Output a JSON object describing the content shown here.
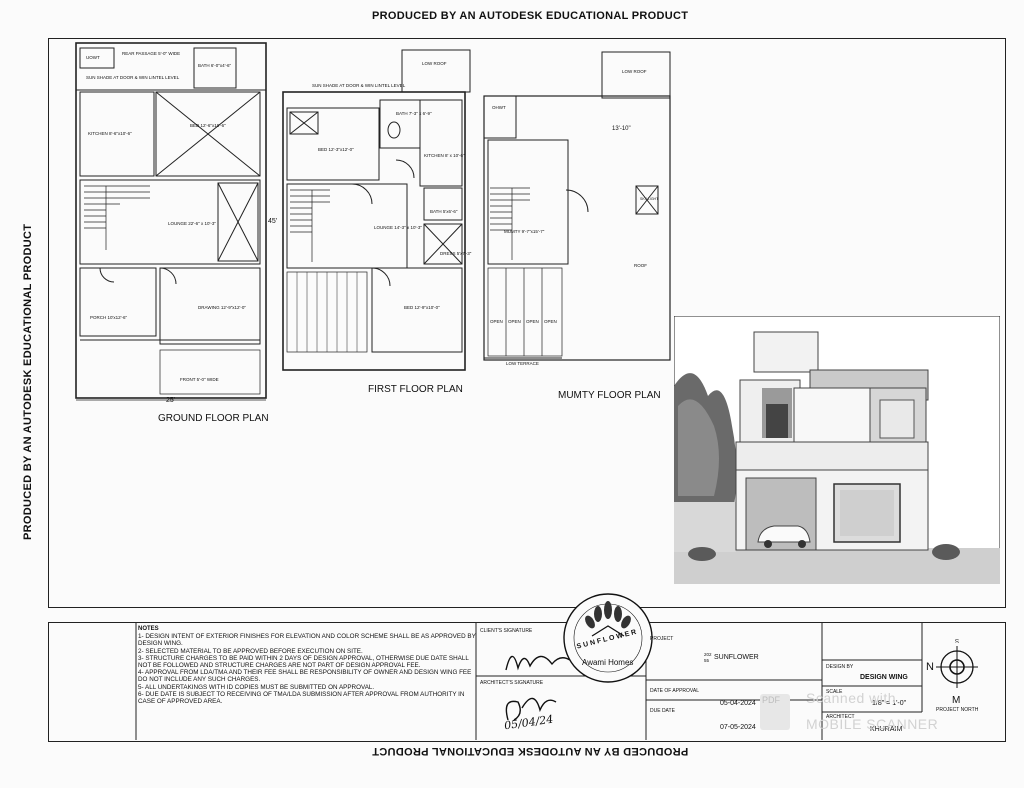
{
  "watermark_top": "PRODUCED BY AN AUTODESK EDUCATIONAL PRODUCT",
  "watermark_left": "PRODUCED BY AN AUTODESK EDUCATIONAL PRODUCT",
  "watermark_bottom": "PRODUCED BY AN AUTODESK EDUCATIONAL PRODUCT",
  "plans": {
    "ground": {
      "title": "GROUND FLOOR PLAN",
      "width_dim": "25'",
      "depth_dim": "45'",
      "rooms": {
        "uowt": "UOWT",
        "rear_passage": "REAR PASSAGE 5'-0\" WIDE",
        "bath": "BATH 6'-0\"x4'-6\"",
        "sun_shade": "SUN SHADE AT DOOR & WIN LINTEL LEVEL",
        "kitchen": "KITCHEN 8'-6\"x10'-6\"",
        "bed": "BED 12'-6\"x10'-6\"",
        "lounge": "LOUNGE 22'-6\" x 10'-3\"",
        "porch": "PORCH 10'x12'-6\"",
        "drawing": "DRAWING 12'-9\"x12'-0\"",
        "front": "FRONT 5'-0\" WIDE"
      }
    },
    "first": {
      "title": "FIRST FLOOR PLAN",
      "rooms": {
        "low_roof": "LOW ROOF",
        "sun_shade": "SUN SHADE AT DOOR & WIN LINTEL LEVEL",
        "bed1": "BED 12'-3\"x12'-0\"",
        "bath": "BATH 7'-3\" x 6'-9\"",
        "kitchen": "KITCHEN 8' x 10'-6\"",
        "lounge": "LOUNGE 14'-3\" x 10'-3\"",
        "bath2": "BATH 5'x6'-6\"",
        "dress": "DRESS 5'x7'-3\"",
        "bed2": "BED 12'-9\"x10'-0\""
      }
    },
    "mumty": {
      "title": "MUMTY FLOOR PLAN",
      "rooms": {
        "low_roof": "LOW ROOF",
        "ohwt": "OHWT",
        "dim": "13'-10\"",
        "mumty": "MUMTY 9'-7\"x15'-7\"",
        "roof": "ROOF",
        "open": "OPEN",
        "low_terrace": "LOW TERRACE",
        "sky_light": "SKY LIGHT"
      }
    }
  },
  "notes": {
    "title": "NOTES",
    "items": [
      "1- DESIGN INTENT OF EXTERIOR FINISHES FOR ELEVATION AND COLOR SCHEME SHALL BE AS APPROVED BY DESIGN WING.",
      "2- SELECTED MATERIAL TO BE APPROVED BEFORE EXECUTION ON SITE.",
      "3- STRUCTURE CHARGES TO BE PAID WITHIN 2 DAYS OF DESIGN APPROVAL, OTHERWISE DUE DATE SHALL NOT BE FOLLOWED AND STRUCTURE CHARGES ARE NOT PART OF DESIGN APPROVAL FEE.",
      "4- APPROVAL FROM LDA/TMA AND THEIR FEE SHALL BE RESPONSIBILITY OF OWNER AND DESIGN WING FEE DO NOT INCLUDE ANY SUCH CHARGES.",
      "5- ALL UNDERTAKINGS WITH ID COPIES MUST BE SUBMITTED ON APPROVAL.",
      "6- DUE DATE IS SUBJECT TO RECEIVING OF TMA/LDA SUBMISSION AFTER APPROVAL FROM AUTHORITY IN CASE OF APPROVED AREA."
    ]
  },
  "title_block": {
    "client_signature_label": "CLIENT'S SIGNATURE",
    "architect_signature_label": "ARCHITECT'S SIGNATURE",
    "handwritten_date": "05/04/24",
    "logo_text_top": "SUNFLOWER",
    "logo_text_bottom": "Awami Homes",
    "project_label": "PROJECT",
    "project_name": "SUNFLOWER",
    "project_number_top": "202",
    "project_number_bottom": "55",
    "date_of_approval_label": "DATE OF APPROVAL",
    "date_of_approval": "05-04-2024",
    "due_date_label": "DUE DATE",
    "due_date": "07-05-2024",
    "design_by_label": "DESIGN BY",
    "design_by": "DESIGN WING",
    "scale_label": "SCALE",
    "scale": "1/8\" = 1'-0\"",
    "architect_label": "ARCHITECT",
    "architect": "KHURAIM",
    "north_label": "PROJECT NORTH",
    "compass_letters": [
      "N",
      "M",
      "S"
    ]
  },
  "scanner_watermark": {
    "line1": "Scanned with",
    "line2": "MOBILE SCANNER",
    "badge": "PDF"
  }
}
